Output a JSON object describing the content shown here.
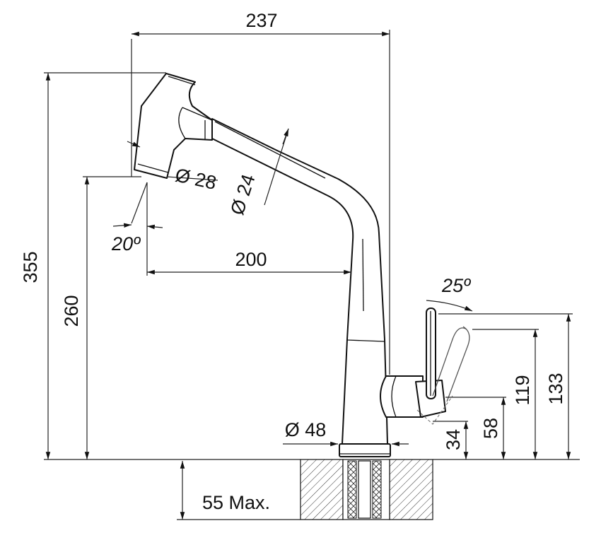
{
  "dimensions": {
    "overall_reach": "237",
    "overall_height": "355",
    "spout_clearance": "260",
    "spout_reach": "200",
    "handset_diameter": "Ø 28",
    "spout_diameter": "Ø 24",
    "spray_angle": "20º",
    "lever_angle": "25º",
    "base_diameter": "Ø 48",
    "lever_height_closed": "119",
    "lever_height_open": "133",
    "lever_base_height": "58",
    "body_height": "34",
    "counter_thickness": "55 Max."
  }
}
